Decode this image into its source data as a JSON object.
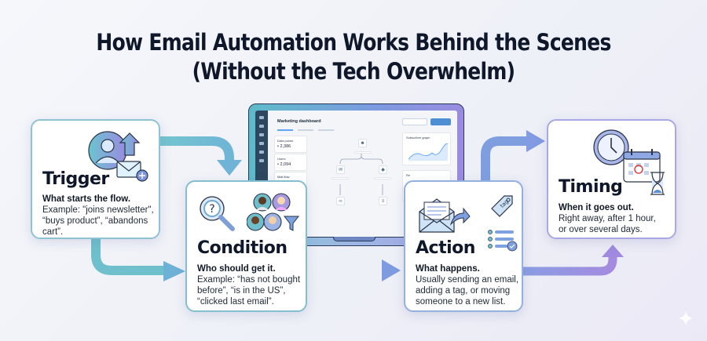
{
  "title": {
    "line1": "How Email Automation Works Behind the Scenes",
    "line2": "(Without the Tech Overwhelm)"
  },
  "steps": [
    {
      "id": "trigger",
      "title": "Trigger",
      "subtitle": "What starts the flow.",
      "description_lines": [
        "Example: \"joins newsletter\",",
        "“buys product”, “abandons",
        "cart”."
      ],
      "icon": "user-upload-email-plus-icon"
    },
    {
      "id": "condition",
      "title": "Condition",
      "subtitle": "Who should get it.",
      "description_lines": [
        "Example: “has not bought",
        "before”, “is in the US”,",
        "“clicked last email”."
      ],
      "icon": "magnifier-question-audience-filter-icon"
    },
    {
      "id": "action",
      "title": "Action",
      "subtitle": "What happens.",
      "description_lines": [
        "Usually sending an email,",
        "adding a tag, or moving",
        "someone to a new list."
      ],
      "icon": "email-send-tag-list-icon",
      "tag_label": "tag"
    },
    {
      "id": "timing",
      "title": "Timing",
      "subtitle": "When it goes out.",
      "description_lines": [
        "Right away, after 1 hour,",
        "or over several days."
      ],
      "icon": "clock-calendar-hourglass-icon"
    }
  ],
  "laptop": {
    "dashboard_title": "Marketing dashboard",
    "stats": [
      {
        "label": "Data points",
        "value": "• 2,386"
      },
      {
        "label": "Users",
        "value": "• 2,094"
      },
      {
        "label": "Mail flow",
        "value": ""
      }
    ],
    "graph_title": "Subscriber graph",
    "partial_panel_label": "Re"
  },
  "colors": {
    "teal": "#6cc0cc",
    "blue": "#7ea2df",
    "purple": "#9b8ae0",
    "title": "#0f172a"
  }
}
